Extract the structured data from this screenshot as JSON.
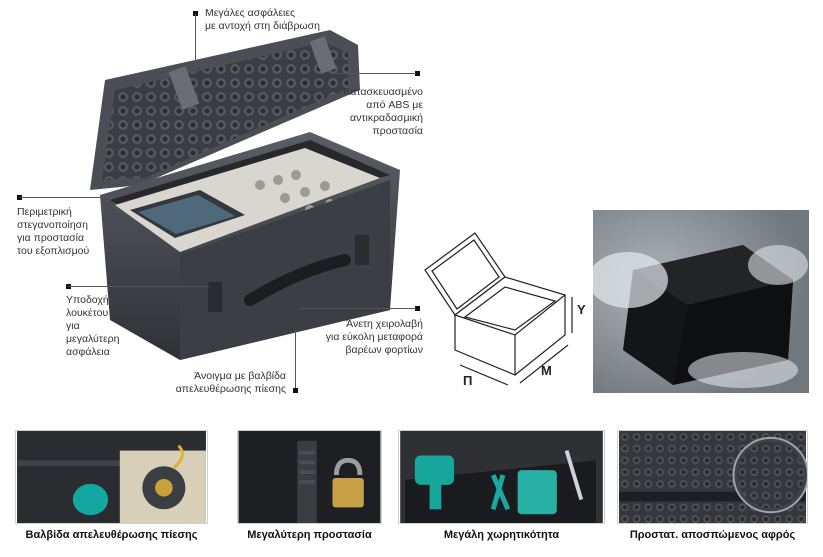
{
  "callouts": {
    "fuses": [
      "Μεγάλες ασφάλειες",
      "με αντοχή στη διάβρωση"
    ],
    "abs": [
      "Κατασκευασμένο",
      "από ABS με",
      "αντικραδασμική",
      "προστασία"
    ],
    "seal": [
      "Περιμετρική",
      "στεγανοποίηση",
      "για προστασία",
      "του εξοπλισμού"
    ],
    "lock": [
      "Υποδοχή",
      "λουκέτου",
      "για",
      "μεγαλύτερη",
      "ασφάλεια"
    ],
    "handle": [
      "Άνετη χειρολαβή",
      "για εύκολη μεταφορά",
      "βαρέων φορτίων"
    ],
    "valve": [
      "Άνοιγμα με βαλβίδα",
      "απελευθέρωσης πίεσης"
    ]
  },
  "dimensions": {
    "height": "Υ",
    "length": "Μ",
    "width": "Π"
  },
  "thumbnails": [
    {
      "caption": "Βαλβίδα απελευθέρωσης πίεσης"
    },
    {
      "caption": "Μεγαλύτερη προστασία"
    },
    {
      "caption": "Μεγάλη χωρητικότητα"
    },
    {
      "caption": "Προστατ. αποσπώμενος αφρός"
    }
  ]
}
